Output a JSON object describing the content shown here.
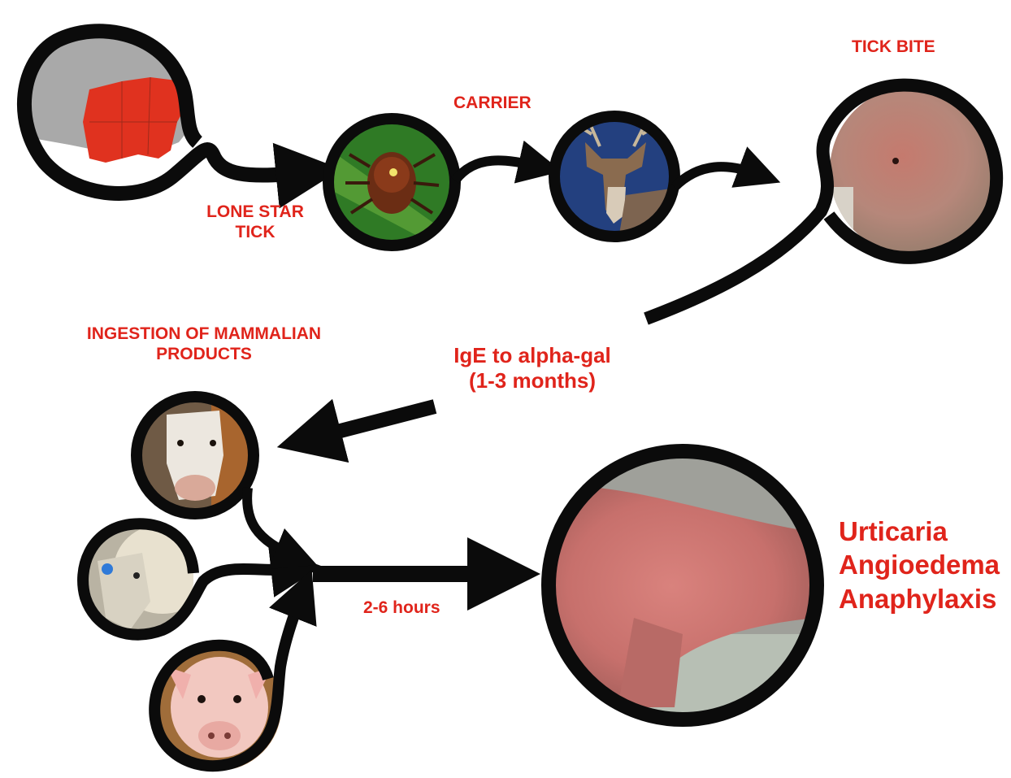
{
  "labels": {
    "tick_bite": "TICK BITE",
    "carrier": "CARRIER",
    "lone_star_tick_line1": "LONE STAR",
    "lone_star_tick_line2": "TICK",
    "ingestion_line1": "INGESTION OF MAMMALIAN",
    "ingestion_line2": "PRODUCTS",
    "ige_line1": "IgE to alpha-gal",
    "ige_line2": "(1-3 months)",
    "time_reaction": "2-6 hours",
    "symptom_1": "Urticaria",
    "symptom_2": "Angioedema",
    "symptom_3": "Anaphylaxis"
  },
  "colors": {
    "label_red": "#e0241b",
    "ring_black": "#0b0b0b",
    "map_states_red": "#e0321f",
    "map_gray": "#a9a9a9"
  },
  "images": [
    {
      "name": "us-map",
      "depicts": "map of US with southeastern states highlighted"
    },
    {
      "name": "tick-photo",
      "depicts": "lone star tick on leaf"
    },
    {
      "name": "deer-photo",
      "depicts": "white-tailed deer"
    },
    {
      "name": "tick-bite-photo",
      "depicts": "skin with tick bite"
    },
    {
      "name": "cow-photo",
      "depicts": "cow"
    },
    {
      "name": "sheep-photo",
      "depicts": "sheep"
    },
    {
      "name": "pig-photo",
      "depicts": "pig"
    },
    {
      "name": "urticaria-photo",
      "depicts": "arm with hives"
    }
  ]
}
